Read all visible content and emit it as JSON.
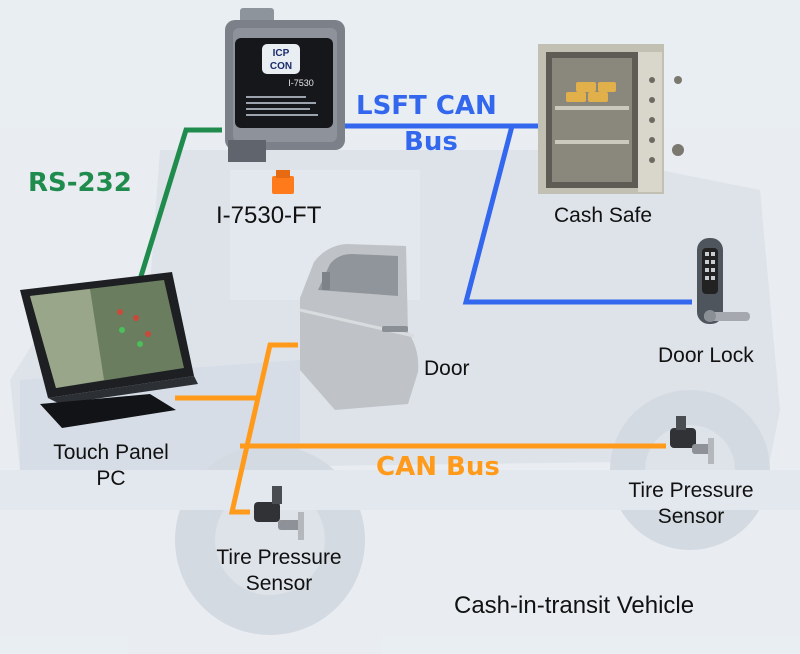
{
  "labels": {
    "rs232": "RS-232",
    "lsft_line1": "LSFT CAN",
    "lsft_line2": "Bus",
    "can_bus": "CAN Bus",
    "converter": "I-7530-FT",
    "cash_safe": "Cash Safe",
    "door_lock": "Door Lock",
    "door": "Door",
    "touch_panel_line1": "Touch Panel",
    "touch_panel_line2": "PC",
    "tire_left_line1": "Tire Pressure",
    "tire_left_line2": "Sensor",
    "tire_right_line1": "Tire Pressure",
    "tire_right_line2": "Sensor",
    "vehicle": "Cash-in-transit Vehicle"
  },
  "device": {
    "brand_line1": "ICP",
    "brand_line2": "CON",
    "model": "I-7530"
  },
  "colors": {
    "rs232": "#1f8c4e",
    "lsft_can": "#3367ee",
    "can_bus": "#ff9a1a",
    "background": "#e9edf2",
    "vehicle": "#d4dae3"
  }
}
